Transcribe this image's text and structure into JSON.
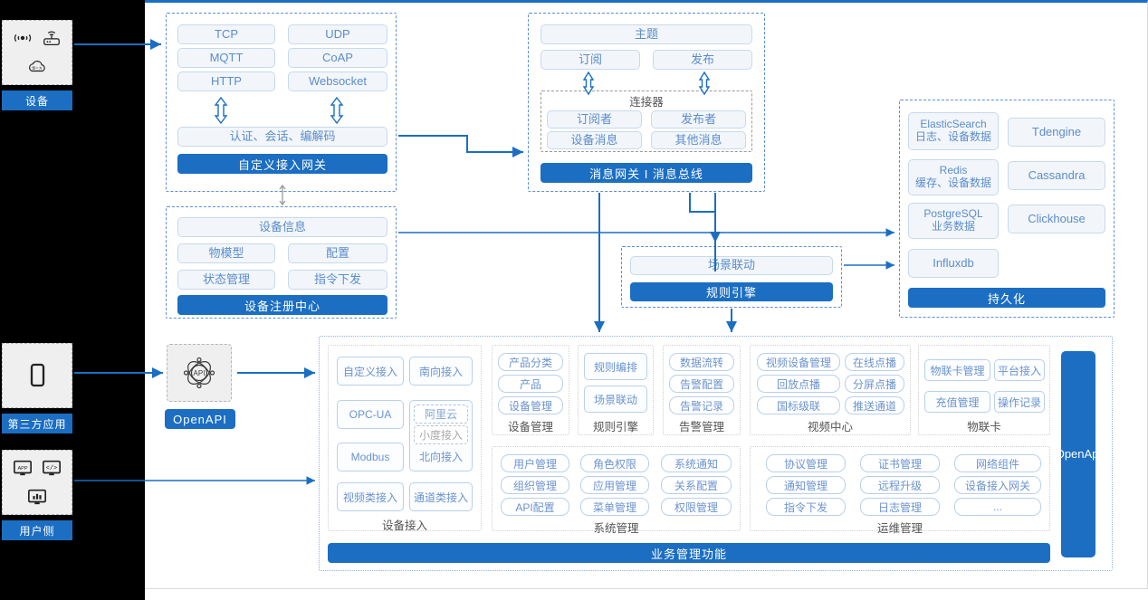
{
  "actors": [
    {
      "id": "device",
      "label": "设备",
      "icons": [
        "wifi-signal-icon",
        "router-icon",
        "cloud-icon"
      ]
    },
    {
      "id": "third-party-app",
      "label": "第三方应用",
      "icons": [
        "mobile-phone-icon"
      ]
    },
    {
      "id": "user-side",
      "label": "用户侧",
      "icons": [
        "app-monitor-icon",
        "code-monitor-icon",
        "chart-monitor-icon"
      ]
    }
  ],
  "openapi": {
    "label": "OpenAPI",
    "icon": "api-atom-icon"
  },
  "gateway": {
    "protocols": [
      "TCP",
      "UDP",
      "MQTT",
      "CoAP",
      "HTTP",
      "Websocket"
    ],
    "middle": "认证、会话、编解码",
    "title": "自定义接入网关"
  },
  "bus": {
    "topic": "主题",
    "subscribe": "订阅",
    "publish": "发布",
    "connector_title": "连接器",
    "connector_items": [
      "订阅者",
      "发布者",
      "设备消息",
      "其他消息"
    ],
    "title": "消息网关 I 消息总线"
  },
  "registry": {
    "header": "设备信息",
    "items": [
      "物模型",
      "配置",
      "状态管理",
      "指令下发"
    ],
    "title": "设备注册中心"
  },
  "rules": {
    "item": "场景联动",
    "title": "规则引擎"
  },
  "persistence": {
    "stores": [
      {
        "name": "ElasticSearch",
        "sub": "日志、设备数据"
      },
      {
        "name": "Tdengine",
        "sub": ""
      },
      {
        "name": "Redis",
        "sub": "缓存、设备数据"
      },
      {
        "name": "Cassandra",
        "sub": ""
      },
      {
        "name": "PostgreSQL",
        "sub": "业务数据"
      },
      {
        "name": "Clickhouse",
        "sub": ""
      },
      {
        "name": "Influxdb",
        "sub": ""
      }
    ],
    "title": "持久化"
  },
  "business": {
    "footer": "业务管理功能",
    "vertical_bar": "Open\nApi",
    "vertical_bar_line1": "Open",
    "vertical_bar_line2": "Api",
    "device_access": {
      "title": "设备接入",
      "items": [
        "自定义接入",
        "南向接入",
        "OPC-UA",
        "Modbus",
        "视频类接入",
        "通道类接入"
      ],
      "northbound": {
        "title": "北向接入",
        "nested": [
          "阿里云",
          "小度接入"
        ]
      }
    },
    "columns": [
      {
        "title": "设备管理",
        "items": [
          "产品分类",
          "产品",
          "设备管理"
        ]
      },
      {
        "title": "规则引擎",
        "items": [
          "规则编排",
          "场景联动"
        ]
      },
      {
        "title": "告警管理",
        "items": [
          "数据流转",
          "告警配置",
          "告警记录"
        ]
      },
      {
        "title": "视频中心",
        "items": [
          "视频设备管理",
          "在线点播",
          "回放点播",
          "分屏点播",
          "国标级联",
          "推送通道"
        ]
      },
      {
        "title": "物联卡",
        "items": [
          "物联卡管理",
          "平台接入",
          "充值管理",
          "操作记录"
        ]
      },
      {
        "title": "系统管理",
        "items": [
          "用户管理",
          "角色权限",
          "系统通知",
          "组织管理",
          "应用管理",
          "关系配置",
          "API配置",
          "菜单管理",
          "权限管理"
        ]
      },
      {
        "title": "运维管理",
        "items": [
          "协议管理",
          "证书管理",
          "网络组件",
          "通知管理",
          "远程升级",
          "设备接入网关",
          "指令下发",
          "日志管理",
          "..."
        ]
      }
    ]
  },
  "colors": {
    "accent": "#1b6ec2",
    "chip_text": "#5b8ccc",
    "chip_bg": "#f2f6fa",
    "frame_border": "#5b8fd6",
    "band": "#000000"
  }
}
